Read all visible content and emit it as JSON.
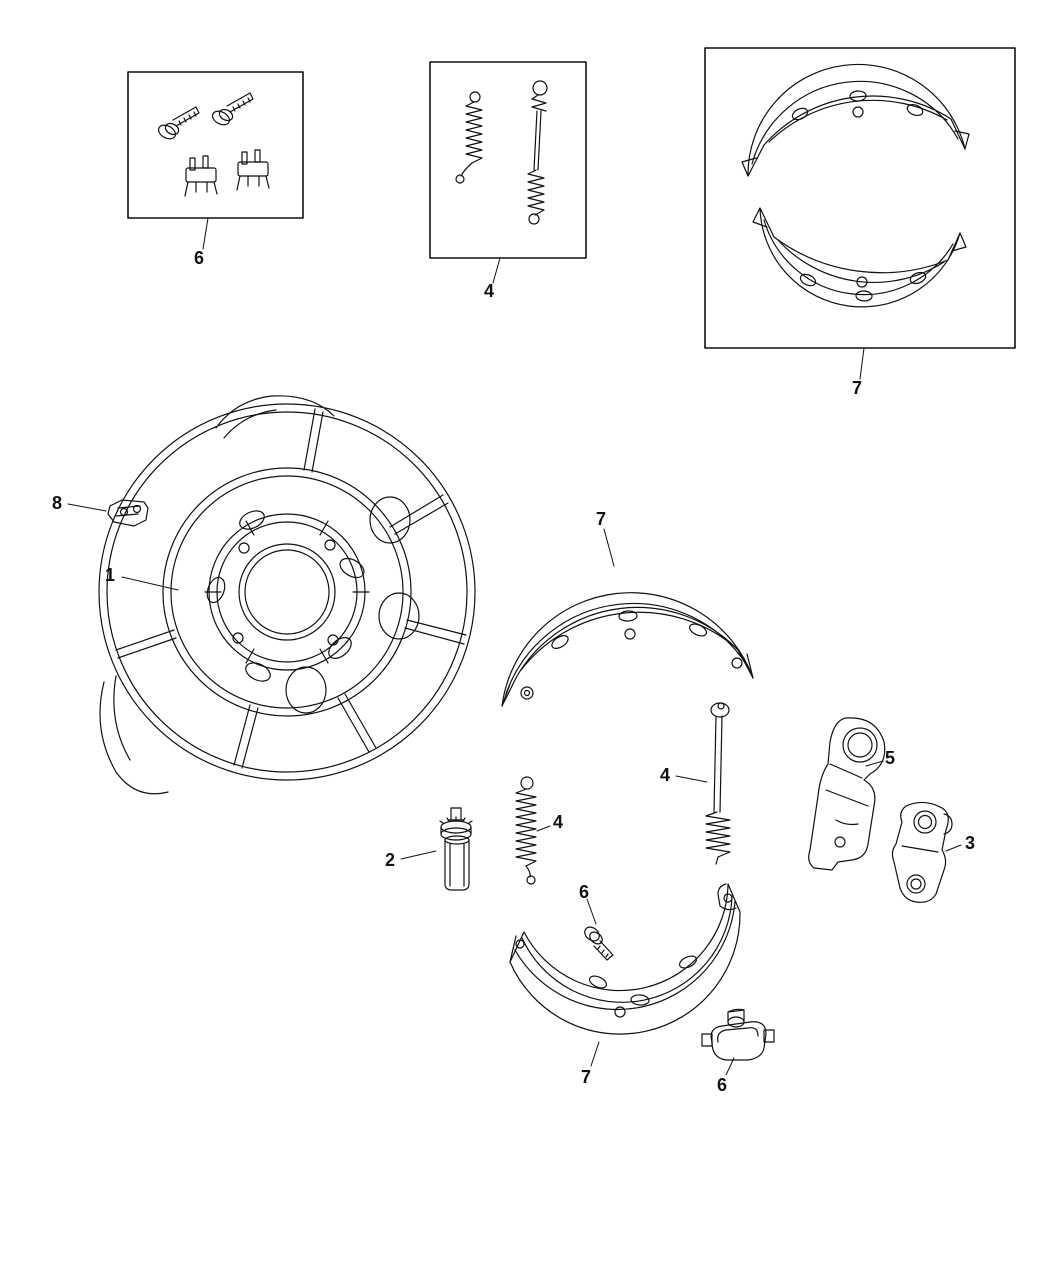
{
  "page": {
    "background_color": "#ffffff"
  },
  "diagram": {
    "line_color": "#111111",
    "callouts": [
      {
        "ref": "hardware-kit-box",
        "label": "6"
      },
      {
        "ref": "spring-kit-box",
        "label": "4"
      },
      {
        "ref": "shoe-kit-box",
        "label": "7"
      },
      {
        "ref": "cable-clip",
        "label": "8"
      },
      {
        "ref": "backing-plate",
        "label": "1"
      },
      {
        "ref": "brake-shoe-upper",
        "label": "7"
      },
      {
        "ref": "spring-right",
        "label": "4"
      },
      {
        "ref": "spring-left",
        "label": "4"
      },
      {
        "ref": "adjuster",
        "label": "2"
      },
      {
        "ref": "park-brake-lever",
        "label": "5"
      },
      {
        "ref": "lever-link",
        "label": "3"
      },
      {
        "ref": "pin-bolt",
        "label": "6"
      },
      {
        "ref": "brake-shoe-lower",
        "label": "7"
      },
      {
        "ref": "clamp",
        "label": "6"
      }
    ]
  }
}
